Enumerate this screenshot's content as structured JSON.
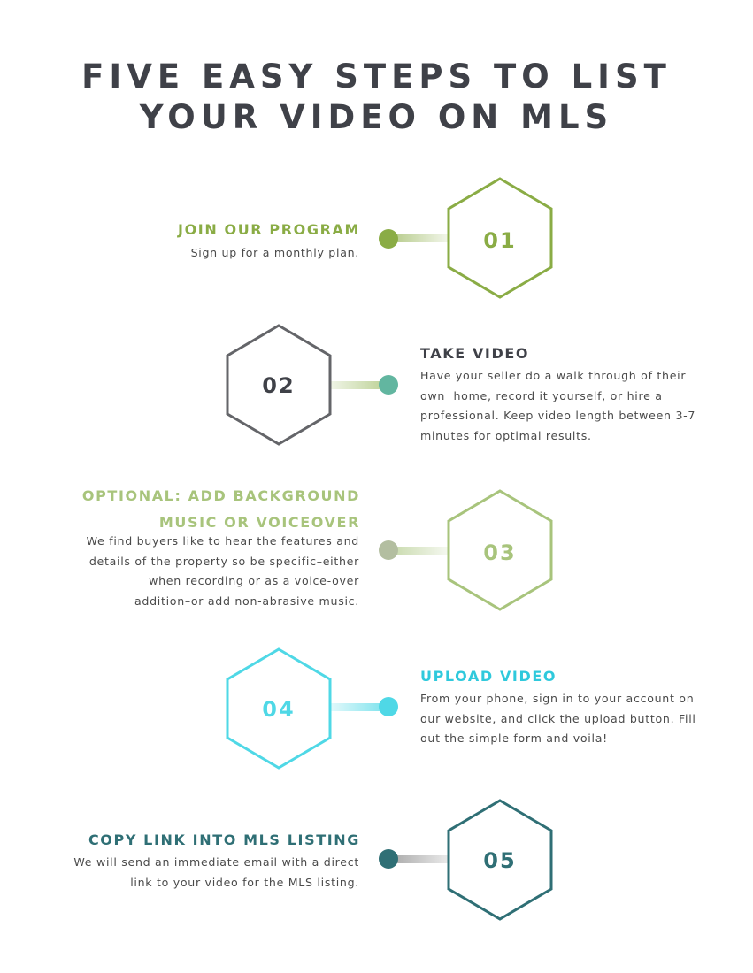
{
  "title": {
    "line1": "FIVE EASY STEPS TO LIST",
    "line2": "YOUR VIDEO ON MLS"
  },
  "colors": {
    "title": "#3f4148",
    "step1": "#8aac45",
    "step2": "#646569",
    "step3": "#a8c47c",
    "step4": "#4fd8e6",
    "step5": "#2f6f75",
    "timeline_top": "#8fdccc",
    "timeline_bottom": "#f1d7cc"
  },
  "steps": [
    {
      "number": "01",
      "title": "JOIN OUR PROGRAM",
      "description": [
        "Sign up for a monthly plan."
      ]
    },
    {
      "number": "02",
      "title": "TAKE VIDEO",
      "description": [
        "Have your seller do a walk through of their",
        "own  home, record it yourself, or hire a",
        "professional. Keep video length between 3-7",
        "minutes for optimal results."
      ]
    },
    {
      "number": "03",
      "title": [
        "OPTIONAL: ADD BACKGROUND",
        "MUSIC OR VOICEOVER"
      ],
      "description": [
        "We find buyers like to hear the features and",
        "details of the property so be specific–either",
        "when recording or as a voice-over",
        "addition–or add non-abrasive music."
      ]
    },
    {
      "number": "04",
      "title": "UPLOAD VIDEO",
      "description": [
        "From your phone, sign in to your account on",
        "our website, and click the upload button. Fill",
        "out the simple form and voila!"
      ]
    },
    {
      "number": "05",
      "title": "COPY LINK INTO MLS LISTING",
      "description": [
        "We will send an immediate email with a direct",
        "link to your video for the MLS listing."
      ]
    }
  ]
}
